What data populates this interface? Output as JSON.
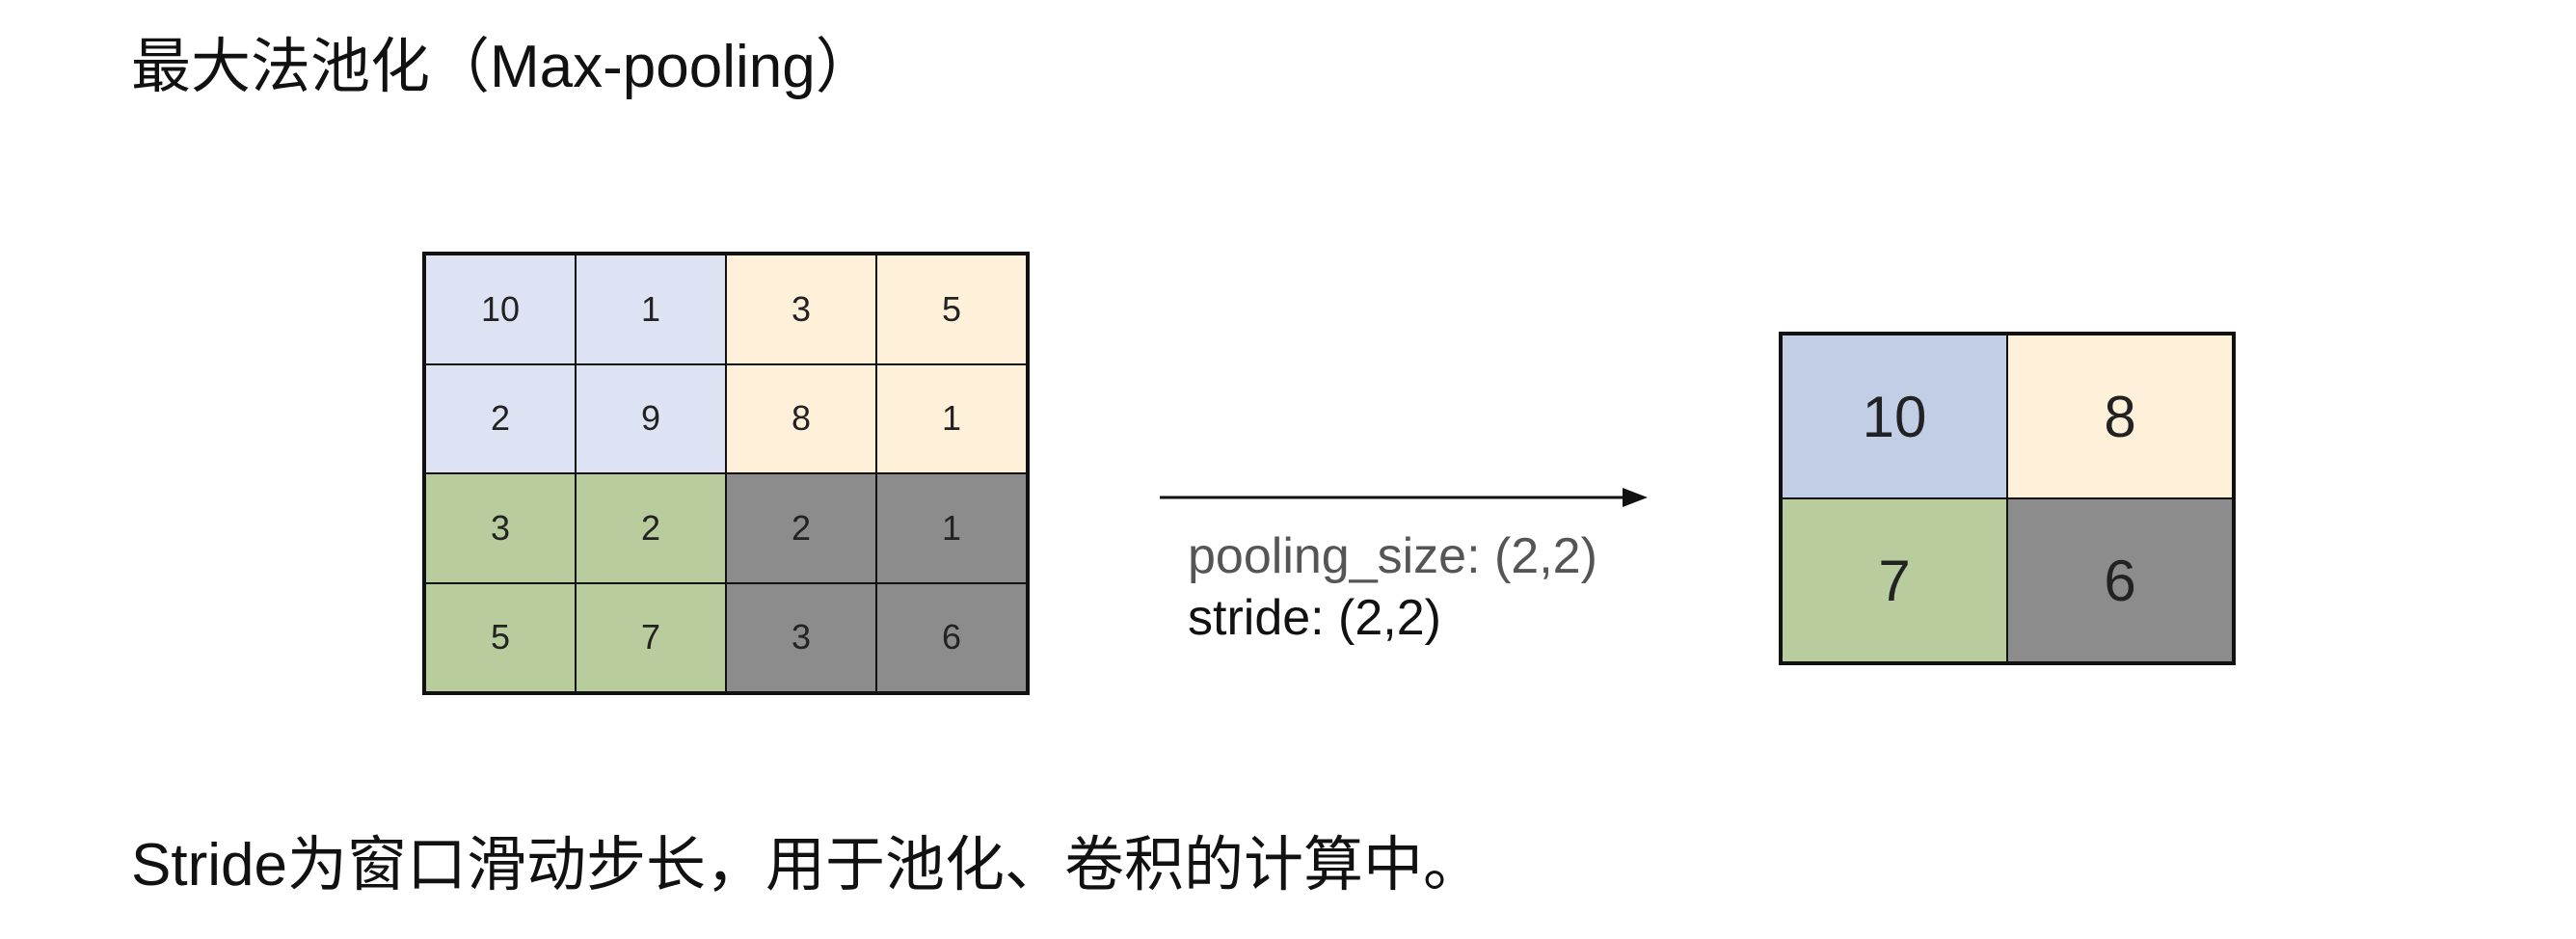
{
  "title": "最大法池化（Max-pooling）",
  "input_grid": {
    "values": [
      [
        "10",
        "1",
        "3",
        "5"
      ],
      [
        "2",
        "9",
        "8",
        "1"
      ],
      [
        "3",
        "2",
        "2",
        "1"
      ],
      [
        "5",
        "7",
        "3",
        "6"
      ]
    ],
    "quadrant_colors": {
      "top_left": "#dde3f2",
      "top_right": "#fff1d9",
      "bottom_left": "#b8cc9d",
      "bottom_right": "#8c8c8c"
    }
  },
  "output_grid": {
    "values": [
      [
        "10",
        "8"
      ],
      [
        "7",
        "6"
      ]
    ],
    "colors": [
      [
        "#c2cde6",
        "#fff1d9"
      ],
      [
        "#b8cc9d",
        "#8c8c8c"
      ]
    ]
  },
  "params": {
    "pooling_size": "pooling_size: (2,2)",
    "stride": "stride: (2,2)"
  },
  "note": "Stride为窗口滑动步长，用于池化、卷积的计算中。"
}
